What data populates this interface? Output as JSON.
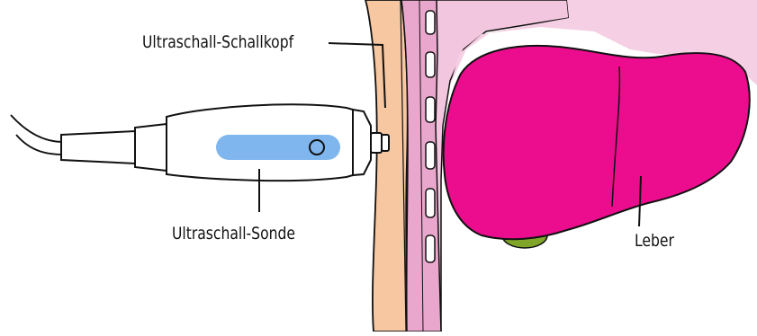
{
  "labels": {
    "transducer_head": "Ultraschall-Schallkopf",
    "probe": "Ultraschall-Sonde",
    "liver": "Leber"
  },
  "colors": {
    "skin": "#f6c7a1",
    "wall_pink": "#eaa7cd",
    "liver": "#ec0d8e",
    "liver_lobe": "#f01691",
    "gallbladder": "#7fa529",
    "probe_window": "#7fb6ee",
    "outline": "#111111"
  }
}
